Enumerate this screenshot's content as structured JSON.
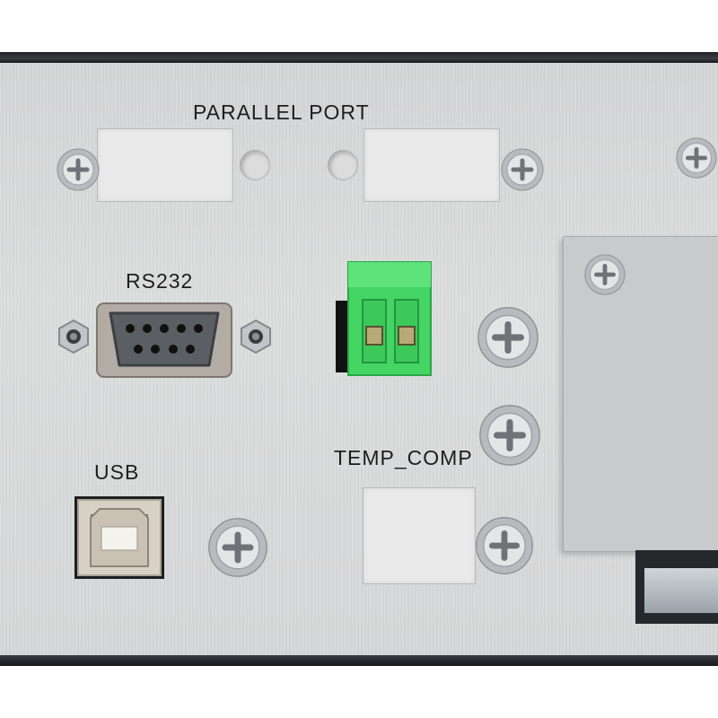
{
  "labels": {
    "parallel_port": "PARALLEL PORT",
    "rs232": "RS232",
    "usb": "USB",
    "temp_comp": "TEMP_COMP"
  },
  "icons": {
    "screw": "phillips-screw-icon",
    "db9": "db9-connector-icon",
    "usb_b": "usb-b-port-icon",
    "terminal_block": "green-terminal-block-icon",
    "standoff": "hex-standoff-icon"
  },
  "colors": {
    "panel": "#d6d7d8",
    "rail": "#22252a",
    "terminal_block": "#4fd96b",
    "text": "#1e1e1e"
  }
}
